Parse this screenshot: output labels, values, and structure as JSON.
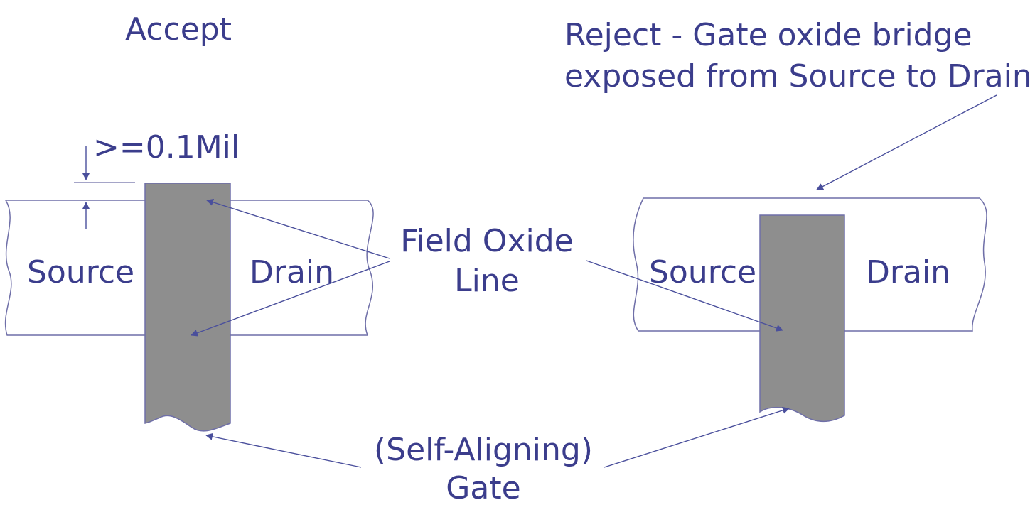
{
  "accept_title": "Accept",
  "reject_title": [
    "Reject - Gate oxide bridge",
    "exposed from Source to Drain"
  ],
  "dimension_label": ">=0.1Mil",
  "left_source": "Source",
  "left_drain": "Drain",
  "right_source": "Source",
  "right_drain": "Drain",
  "field_oxide_label": [
    "Field Oxide",
    "Line"
  ],
  "gate_label": [
    "(Self-Aligning)",
    "Gate"
  ],
  "colors": {
    "text": "#3b3d8c",
    "lines": "#4a4f9c",
    "gate_fill": "#8e8e8e",
    "outline": "#6f6fa8"
  }
}
